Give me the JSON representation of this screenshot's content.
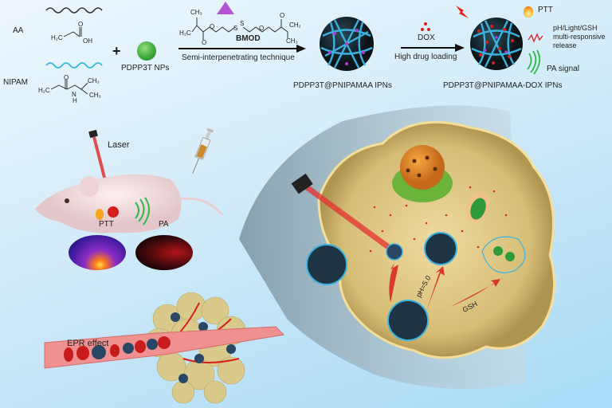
{
  "synthesis": {
    "monomers": [
      {
        "abbr": "AA",
        "formula_parts": [
          "H2C",
          "O",
          "OH"
        ],
        "chain_color": "#333333"
      },
      {
        "abbr": "NIPAM",
        "formula_parts": [
          "H2C",
          "O",
          "N",
          "H",
          "CH3",
          "CH3"
        ],
        "chain_color": "#3ab8d6"
      }
    ],
    "plus_sign": "+",
    "nanoparticle_label": "PDPP3T NPs",
    "crosslinker": {
      "name": "BMOD",
      "formula_parts": [
        "CH3",
        "H2C",
        "O",
        "O",
        "S",
        "S",
        "O",
        "O",
        "CH2",
        "CH3"
      ]
    },
    "step1_arrow_label": "Semi-interpenetrating technique",
    "product1_label": "PDPP3T@PNIPAMAA IPNs",
    "drug": {
      "name": "DOX"
    },
    "step2_arrow_label": "High drug loading",
    "product2_label": "PDPP3T@PNIPAMAA-DOX IPNs",
    "features": {
      "ptt": "PTT",
      "release": [
        "pH/Light/GSH",
        "multi-responsive",
        "release"
      ],
      "pa": "PA signal"
    }
  },
  "in_vivo": {
    "laser_label": "Laser",
    "ptt_label": "PTT",
    "pa_label": "PA",
    "epr_label": "EPR effect"
  },
  "cell": {
    "ph_label": "pH=5.0",
    "gsh_label": "GSH"
  },
  "colors": {
    "background": "#bfe3f7",
    "cell": "#e8cf8c",
    "laser": "#e53030",
    "pa_wave": "#2db84a",
    "network_cyan": "#3bb3e0",
    "crosslink_purple": "#b03ad6",
    "dox_red": "#d42020"
  }
}
